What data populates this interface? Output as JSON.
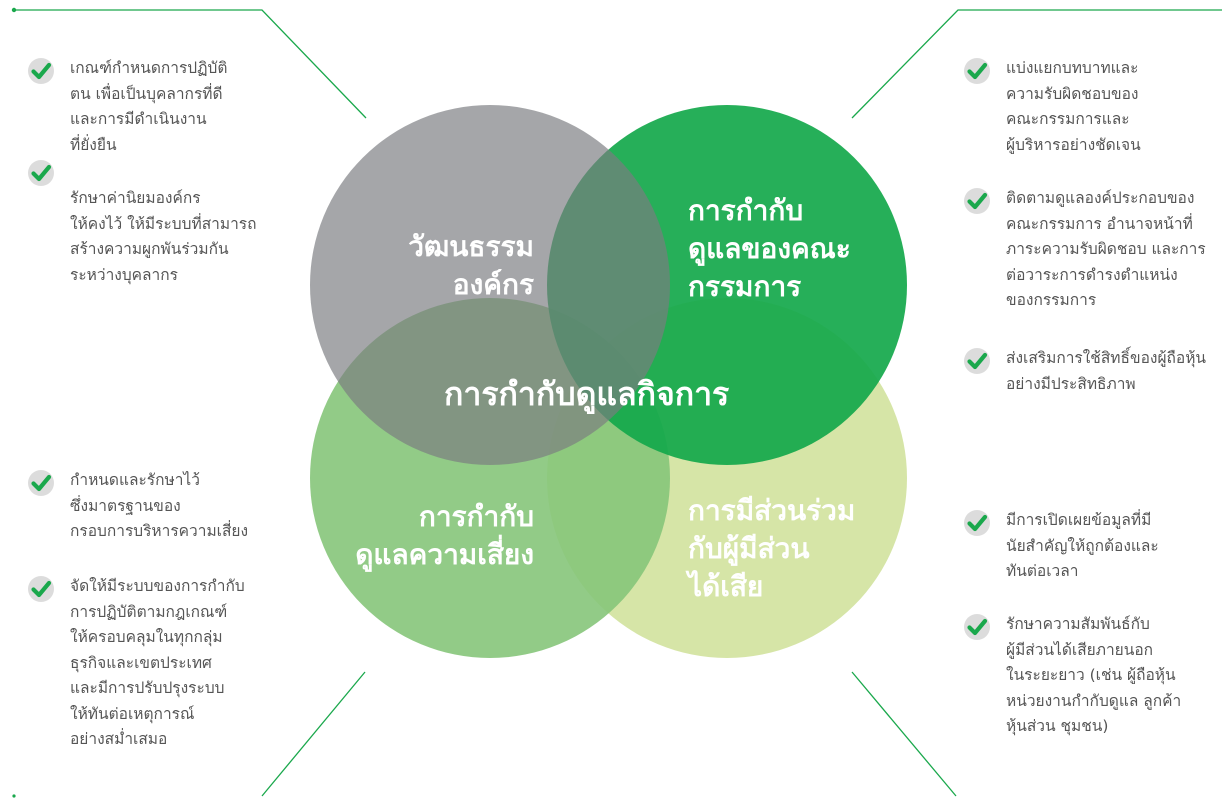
{
  "diagram": {
    "center": {
      "label": "การกำกับดูแลกิจการ"
    },
    "circles": [
      {
        "id": "culture",
        "label": "วัฒนธรรม\nองค์กร",
        "color": "#9c9ea2"
      },
      {
        "id": "board",
        "label": "การกำกับ\nดูแลของคณะ\nกรรมการ",
        "color": "#13a84b"
      },
      {
        "id": "risk",
        "label": "การกำกับ\nดูแลความเสี่ยง",
        "color": "#86c57a"
      },
      {
        "id": "stakeholders",
        "label": "การมีส่วนร่วม\nกับผู้มีส่วน\nได้เสีย",
        "color": "#d6e5a7"
      }
    ]
  },
  "panels": {
    "top_left": [
      "เกณฑ์กำหนดการปฏิบัติ\nตน เพื่อเป็นบุคลากรที่ดี\nและการมีดำเนินงาน\nที่ยั่งยืน",
      "รักษาค่านิยมองค์กร\nให้คงไว้ ให้มีระบบที่สามารถ\nสร้างความผูกพันร่วมกัน\nระหว่างบุคลากร"
    ],
    "top_right": [
      "แบ่งแยกบทบาทและ\nความรับผิดชอบของ\nคณะกรรมการและ\nผู้บริหารอย่างชัดเจน",
      "ติดตามดูแลองค์ประกอบของ\nคณะกรรมการ อำนาจหน้าที่\nภาระความรับผิดชอบ และการ\nต่อวาระการดำรงตำแหน่ง\nของกรรมการ",
      "ส่งเสริมการใช้สิทธิ์ของผู้ถือหุ้น\nอย่างมีประสิทธิภาพ"
    ],
    "bottom_left": [
      "กำหนดและรักษาไว้\nซึ่งมาตรฐานของ\nกรอบการบริหารความเสี่ยง",
      "จัดให้มีระบบของการกำกับ\nการปฏิบัติตามกฎเกณฑ์\nให้ครอบคลุมในทุกกลุ่ม\nธุรกิจและเขตประเทศ\nและมีการปรับปรุงระบบ\nให้ทันต่อเหตุการณ์\nอย่างสม่ำเสมอ"
    ],
    "bottom_right": [
      "มีการเปิดเผยข้อมูลที่มี\nนัยสำคัญให้ถูกต้องและ\nทันต่อเวลา",
      "รักษาความสัมพันธ์กับ\nผู้มีส่วนได้เสียภายนอก\nในระยะยาว (เช่น ผู้ถือหุ้น\nหน่วยงานกำกับดูแล ลูกค้า\nหุ้นส่วน ชุมชน)"
    ]
  },
  "icons": {
    "check": "check-circle-icon",
    "check_color": "#1aa84c",
    "check_bg": "#dcdcdc"
  },
  "line_color": "#1aa84c"
}
